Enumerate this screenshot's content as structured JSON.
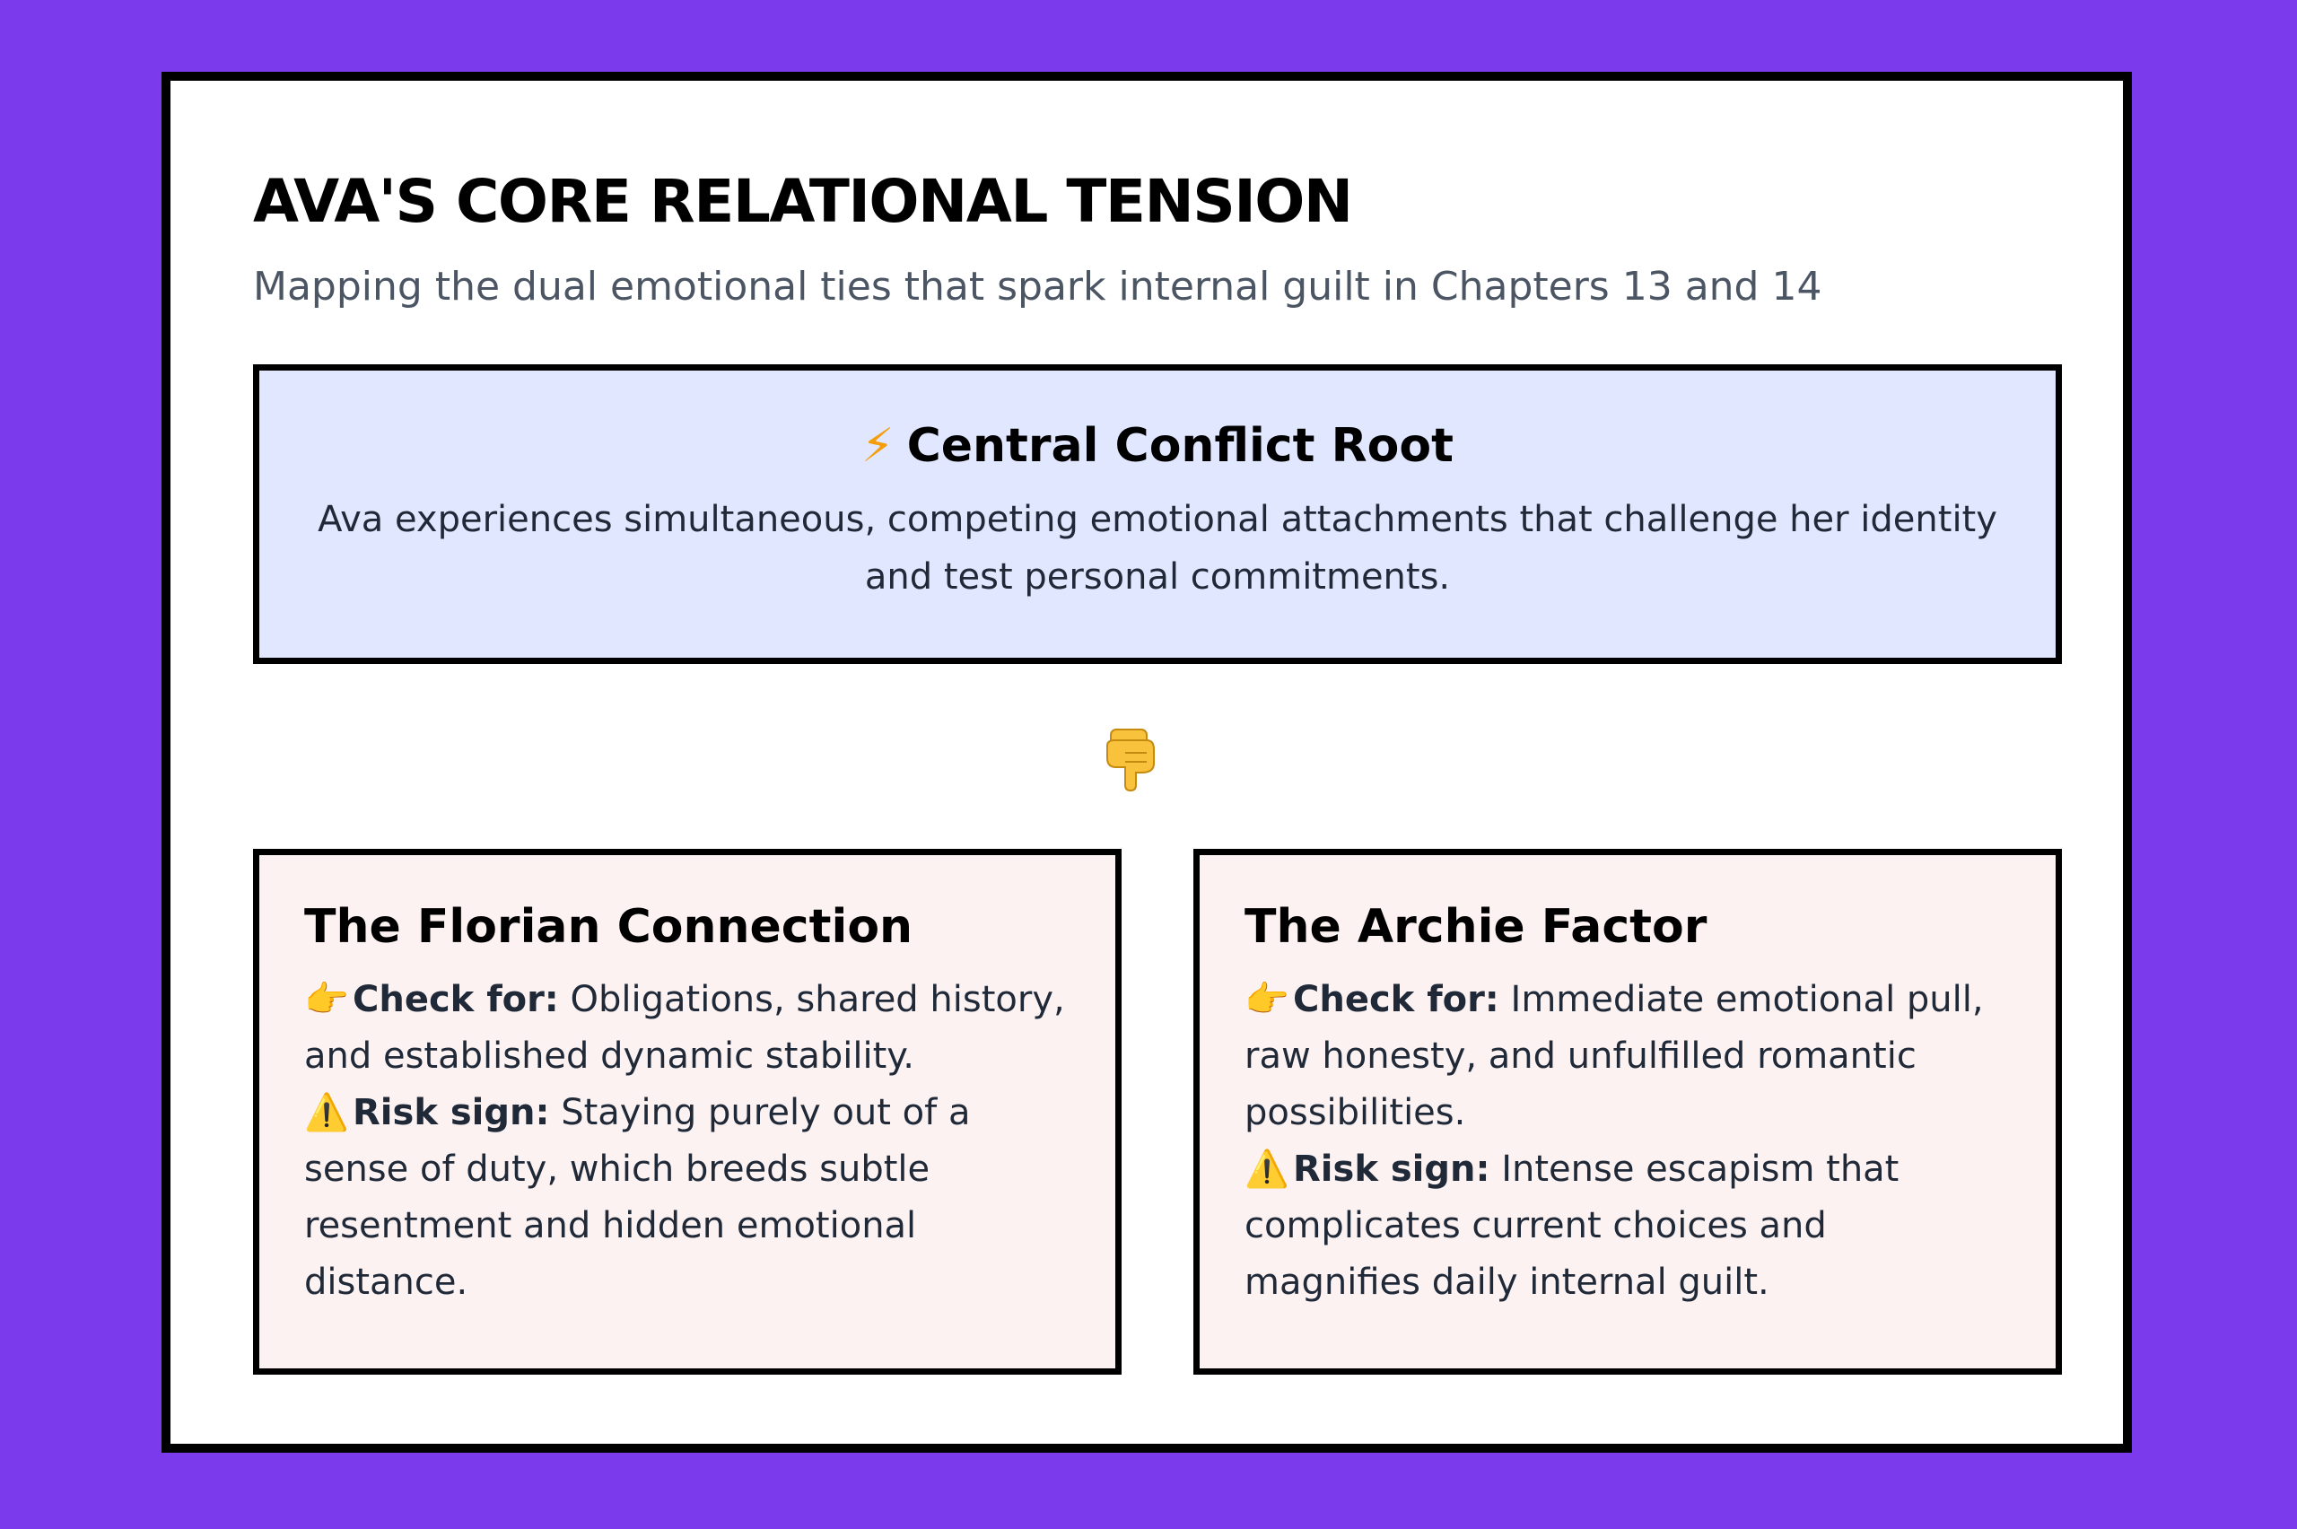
{
  "header": {
    "title": "AVA'S CORE RELATIONAL TENSION",
    "subtitle": "Mapping the dual emotional ties that spark internal guilt in Chapters 13 and 14"
  },
  "root": {
    "icon": "⚡",
    "heading": "Central Conflict Root",
    "body": "Ava experiences simultaneous, competing emotional attachments that challenge her identity and test personal commitments."
  },
  "connector": {
    "icon": "pointing-down-hand-icon"
  },
  "branches": [
    {
      "title": "The Florian Connection",
      "check_icon": "👉",
      "check_label": "Check for:",
      "check_text": " Obligations, shared history, and established dynamic stability.",
      "risk_icon": "⚠️",
      "risk_label": "Risk sign:",
      "risk_text": " Staying purely out of a sense of duty, which breeds subtle resentment and hidden emotional distance."
    },
    {
      "title": "The Archie Factor",
      "check_icon": "👉",
      "check_label": "Check for:",
      "check_text": " Immediate emotional pull, raw honesty, and unfulfilled romantic possibilities.",
      "risk_icon": "⚠️",
      "risk_label": "Risk sign:",
      "risk_text": " Intense escapism that complicates current choices and magnifies daily internal guilt."
    }
  ],
  "colors": {
    "background": "#7c3aed",
    "card": "#ffffff",
    "root_box": "#e0e7ff",
    "branch_box": "#fdf2f2",
    "border": "#000000",
    "subtitle": "#4b5563"
  }
}
